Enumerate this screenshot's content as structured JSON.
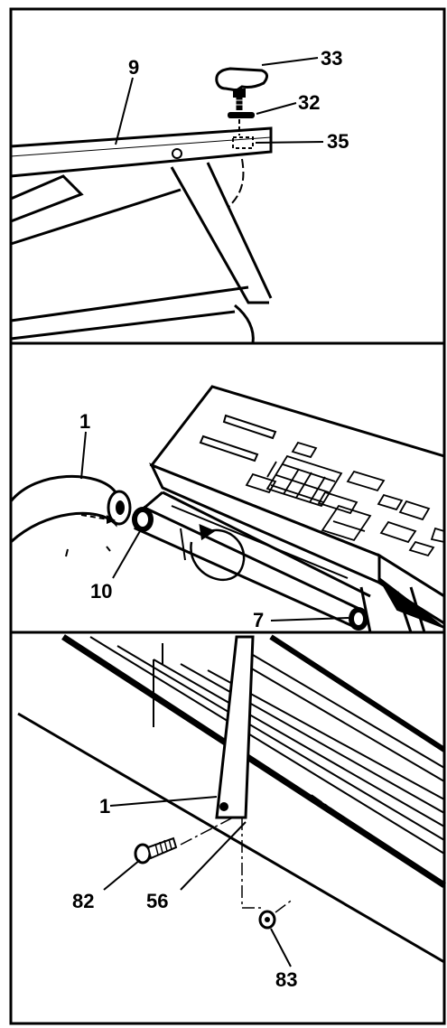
{
  "panels": [
    {
      "name": "panel-top",
      "callouts": [
        "9",
        "33",
        "32",
        "35"
      ]
    },
    {
      "name": "panel-middle",
      "callouts": [
        "1",
        "10",
        "7"
      ]
    },
    {
      "name": "panel-bottom",
      "callouts": [
        "1",
        "82",
        "56",
        "83"
      ]
    }
  ],
  "labels": {
    "p1_part9": "9",
    "p1_part33": "33",
    "p1_part32": "32",
    "p1_part35": "35",
    "p2_part1": "1",
    "p2_part10": "10",
    "p2_part7": "7",
    "p3_part1": "1",
    "p3_part82": "82",
    "p3_part56": "56",
    "p3_part83": "83"
  },
  "colors": {
    "ink": "#000000",
    "paper": "#ffffff"
  }
}
